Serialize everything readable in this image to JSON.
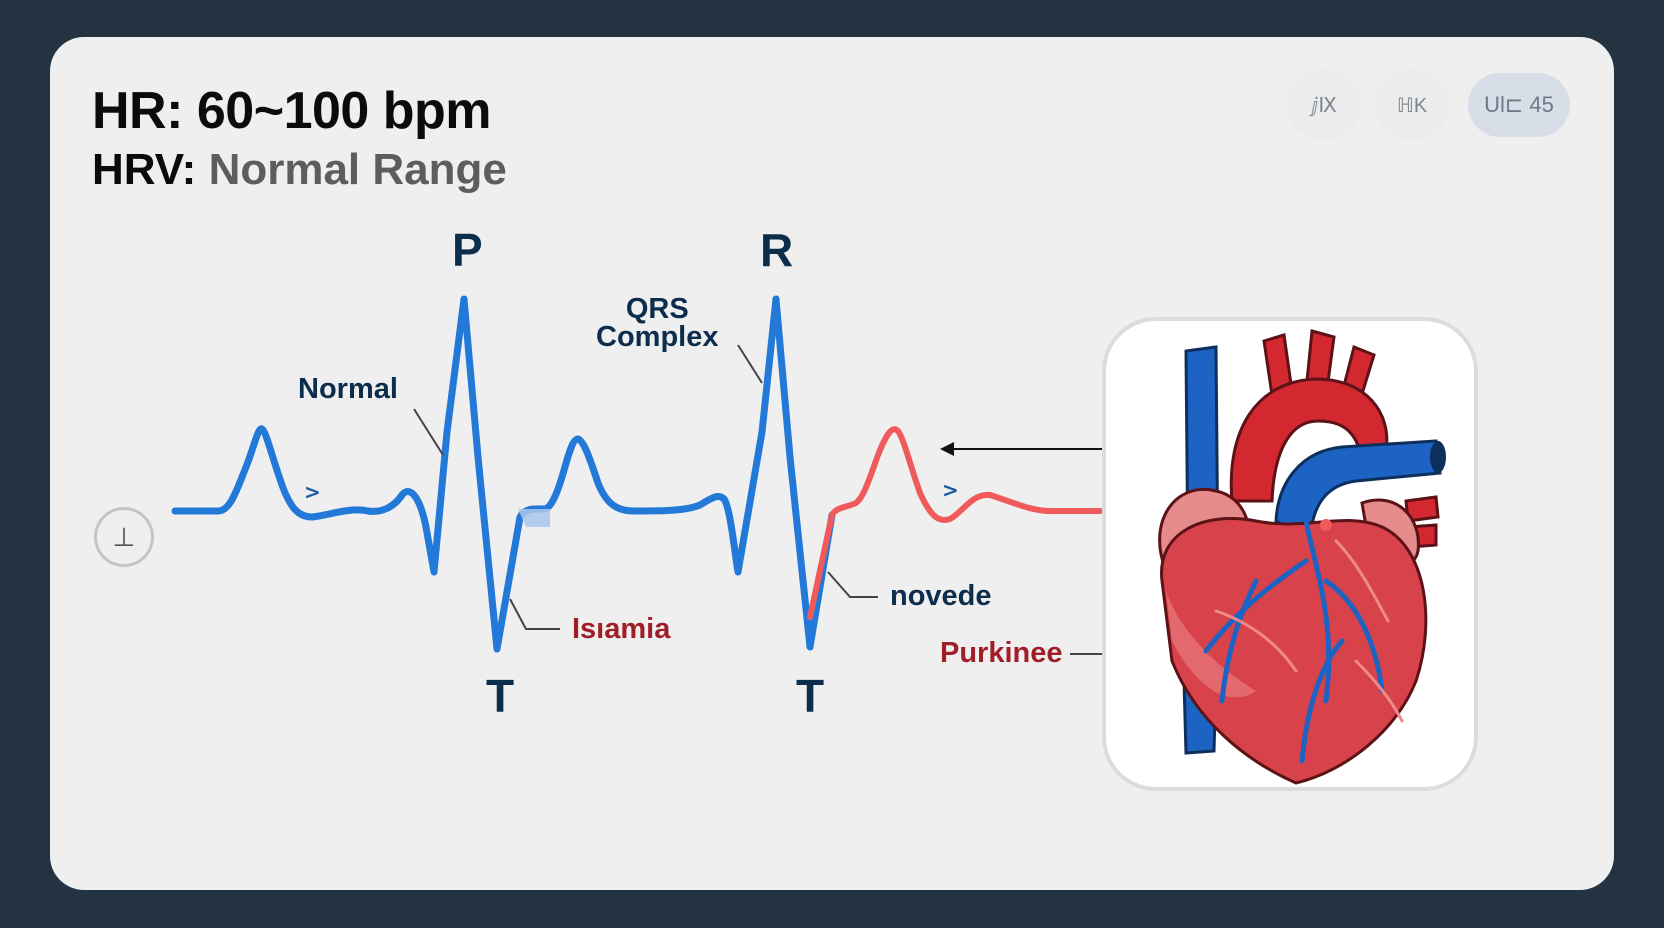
{
  "header": {
    "hr_text": "HR: 60~100 bpm",
    "hrv_label": "HRV:",
    "hrv_value": "Normal Range"
  },
  "controls": {
    "chip_1": "ⅉⅨ",
    "chip_2": "ℍK",
    "chip_3": "Ul⊏ 45",
    "play_glyph": "⊥"
  },
  "waveform": {
    "peak_labels": {
      "p": "P",
      "r": "R",
      "t_left": "T",
      "t_right": "T"
    },
    "direction_arrow_glyph": ">",
    "annotations": {
      "normal": "Normal",
      "qrs_line1": "QRS",
      "qrs_line2": "Complex",
      "ischemia": "Isıamia",
      "novede": "novede",
      "purkinje": "Purkinee"
    }
  },
  "colors": {
    "background": "#243342",
    "card": "#efefef",
    "trace_blue": "#2379d8",
    "trace_red": "#f05a5a",
    "label_navy": "#0d2d4d",
    "label_red": "#a01e28",
    "vessel_blue": "#1c63c4",
    "vessel_red": "#d3282f"
  },
  "icons": {
    "play": "play-circle-icon",
    "heart": "anatomical-heart-illustration"
  }
}
